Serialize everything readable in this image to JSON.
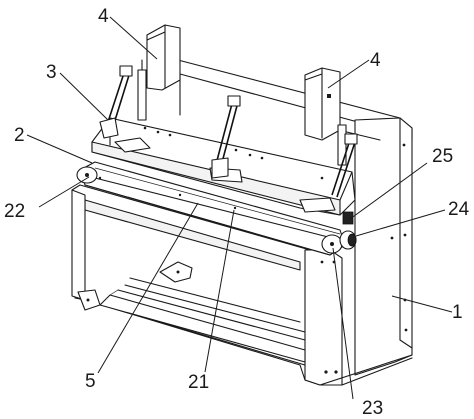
{
  "callouts": [
    {
      "id": "c1",
      "text": "1"
    },
    {
      "id": "c2",
      "text": "2"
    },
    {
      "id": "c3",
      "text": "3"
    },
    {
      "id": "c4a",
      "text": "4"
    },
    {
      "id": "c4b",
      "text": "4"
    },
    {
      "id": "c5",
      "text": "5"
    },
    {
      "id": "c21",
      "text": "21"
    },
    {
      "id": "c22",
      "text": "22"
    },
    {
      "id": "c23",
      "text": "23"
    },
    {
      "id": "c24",
      "text": "24"
    },
    {
      "id": "c25",
      "text": "25"
    }
  ]
}
